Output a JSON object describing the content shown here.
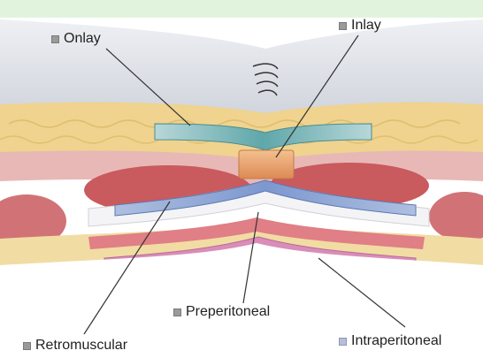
{
  "diagram": {
    "labels": {
      "onlay": "Onlay",
      "inlay": "Inlay",
      "preperitoneal": "Preperitoneal",
      "retromuscular": "Retromuscular",
      "intraperitoneal": "Intraperitoneal"
    },
    "colors": {
      "top_band": "#e2f3dd",
      "skin": "#d9dce3",
      "fat": "#efd38e",
      "muscle": "#c95a5e",
      "onlay_mesh": "#7fb8b9",
      "inlay_mesh": "#e9a36b",
      "retromuscular_mesh": "#8fa8d6",
      "preperitoneal_layer": "#e07f85",
      "intraperitoneal_mesh": "#d98db8",
      "marker": "#9a9a9a",
      "marker_intraperitoneal": "#b7bfd8"
    },
    "icons": {
      "suture": "suture-icon",
      "marker": "square-marker-icon"
    }
  }
}
